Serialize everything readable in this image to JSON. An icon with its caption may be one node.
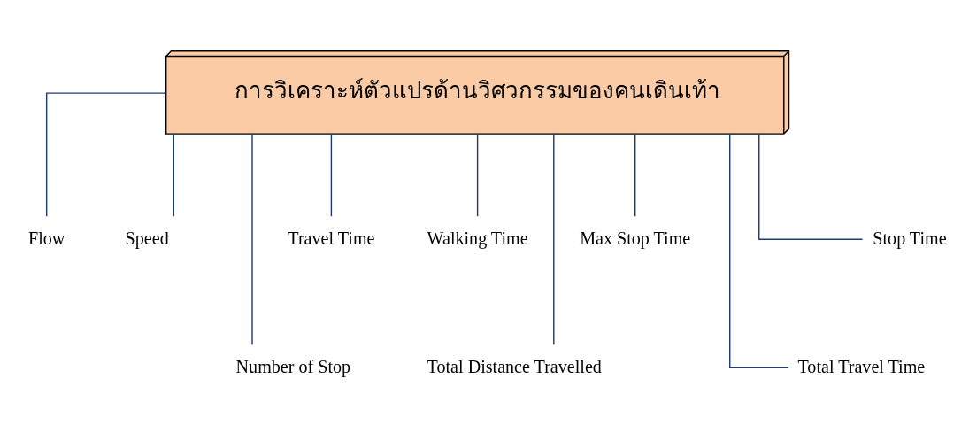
{
  "diagram": {
    "nodes": [
      {
        "text": [
          "การวิเคราะห์ตัวแปรด้านวิศวกรรมของคนเดินเท้า"
        ]
      },
      {
        "text": [
          "Flow"
        ]
      },
      {
        "text": [
          "Speed"
        ]
      },
      {
        "text": [
          "Travel Time"
        ]
      },
      {
        "text": [
          "Walking Time"
        ]
      },
      {
        "text": [
          "Stop Time"
        ]
      },
      {
        "text": [
          "Max Stop Time"
        ]
      },
      {
        "text": [
          "Number of Stop"
        ]
      },
      {
        "text": [
          "Total Distance Travelled"
        ]
      },
      {
        "text": [
          "Total Travel Time"
        ]
      }
    ],
    "edges": [
      {
        "from": 0,
        "to": 1,
        "arrow": "none"
      },
      {
        "from": 0,
        "to": 2,
        "arrow": "none"
      },
      {
        "from": 0,
        "to": 3,
        "arrow": "none"
      },
      {
        "from": 0,
        "to": 4,
        "arrow": "none"
      },
      {
        "from": 0,
        "to": 5,
        "arrow": "none"
      },
      {
        "from": 0,
        "to": 6,
        "arrow": "none"
      },
      {
        "from": 0,
        "to": 7,
        "arrow": "none"
      },
      {
        "from": 0,
        "to": 8,
        "arrow": "none"
      },
      {
        "from": 0,
        "to": 9,
        "arrow": "none"
      }
    ]
  }
}
